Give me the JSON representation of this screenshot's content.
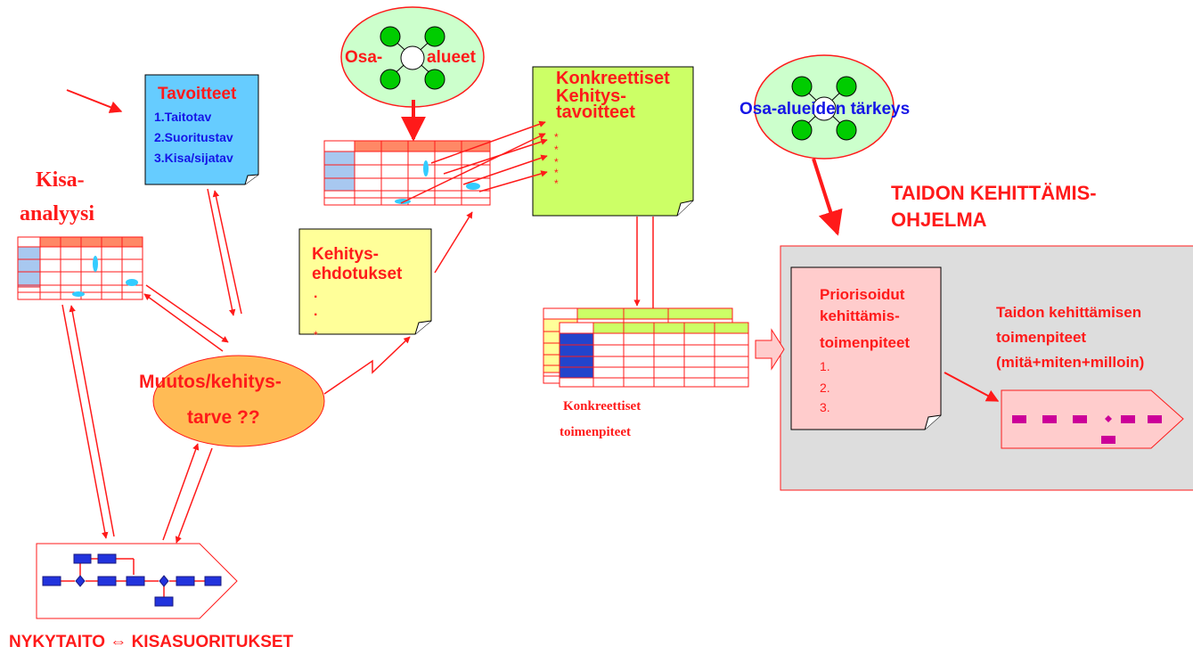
{
  "goals_doc": {
    "title": "Tavoitteet",
    "items": [
      "1.Taitotav",
      "2.Suoritustav",
      "3.Kisa/sijatav"
    ]
  },
  "race_analysis": {
    "label_line1": "Kisa-",
    "label_line2": "analyysi"
  },
  "subareas_top": {
    "left": "Osa-",
    "right": "alueet"
  },
  "subareas_importance": {
    "label": "Osa-alueiden tärkeys"
  },
  "concrete_goals": {
    "title_lines": [
      "Konkreettiset",
      "Kehitys-",
      "tavoitteet"
    ],
    "bullets": [
      "*",
      "*",
      "*",
      "*",
      "*"
    ]
  },
  "dev_proposals": {
    "title_lines": [
      "Kehitys-",
      "ehdotukset"
    ],
    "bullets": [
      ".",
      ".",
      "*"
    ]
  },
  "change_need": {
    "line1": "Muutos/kehitys-",
    "line2": "tarve ??"
  },
  "concrete_actions": {
    "line1": "Konkreettiset",
    "line2": "toimenpiteet"
  },
  "program": {
    "title_line1": "TAIDON KEHITTÄMIS-",
    "title_line2": "OHJELMA",
    "prioritized_lines": [
      "Priorisoidut",
      "kehittämis-",
      "toimenpiteet"
    ],
    "prioritized_items": [
      "1.",
      "2.",
      "3."
    ],
    "actions_line1": "Taidon kehittämisen",
    "actions_line2": "toimenpiteet",
    "actions_line3": "(mitä+miten+milloin)"
  },
  "current_skill": {
    "label": "NYKYTAITO ⇔ KISASUORITUKSET"
  },
  "colors": {
    "accent_red": "#ff1a1a",
    "text_blue": "#1515e6",
    "goals_fill": "#66ccff",
    "concrete_goals_fill": "#ccff66",
    "proposals_fill": "#ffff99",
    "change_fill": "#ffbb55",
    "program_bg": "#dddddd",
    "prioritized_fill": "#ffcccc",
    "subarea_fill": "#ccffcc",
    "subarea_nodes": "#00cc00"
  }
}
